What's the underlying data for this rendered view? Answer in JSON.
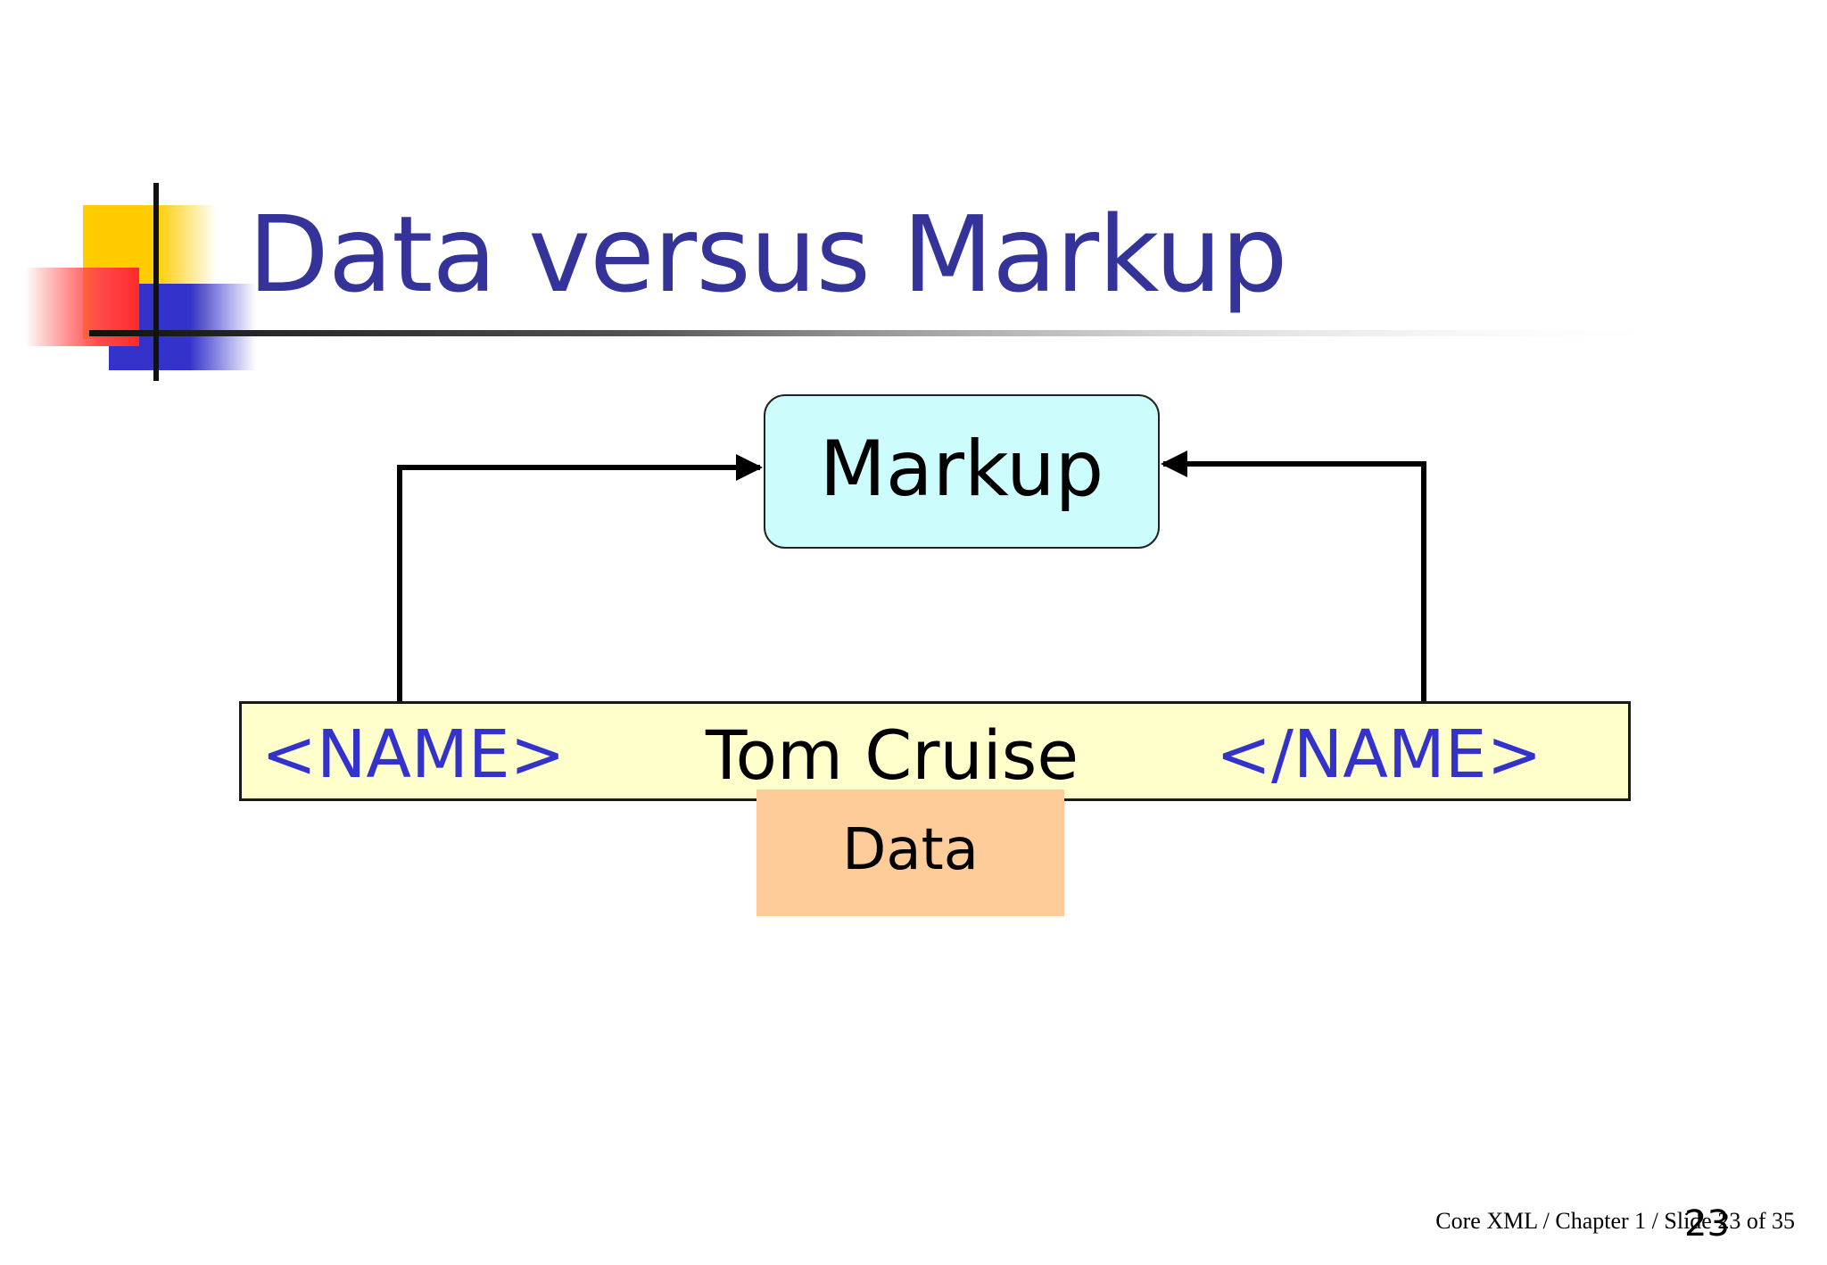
{
  "slide": {
    "title": "Data versus Markup",
    "footer": "Core XML / Chapter 1 / Slide 23 of 35",
    "slide_number": "23"
  },
  "diagram": {
    "markup_label": "Markup",
    "open_tag": "<NAME>",
    "content": "Tom Cruise",
    "close_tag": "</NAME>",
    "data_label": "Data"
  },
  "colors": {
    "title": "#333399",
    "tag": "#3333cc",
    "markup_fill": "#ccfcfc",
    "bar_fill": "#ffffcc",
    "data_fill": "#fecc99",
    "deco_yellow": "#ffcc00",
    "deco_red": "#ff3333",
    "deco_blue": "#3333cc"
  }
}
